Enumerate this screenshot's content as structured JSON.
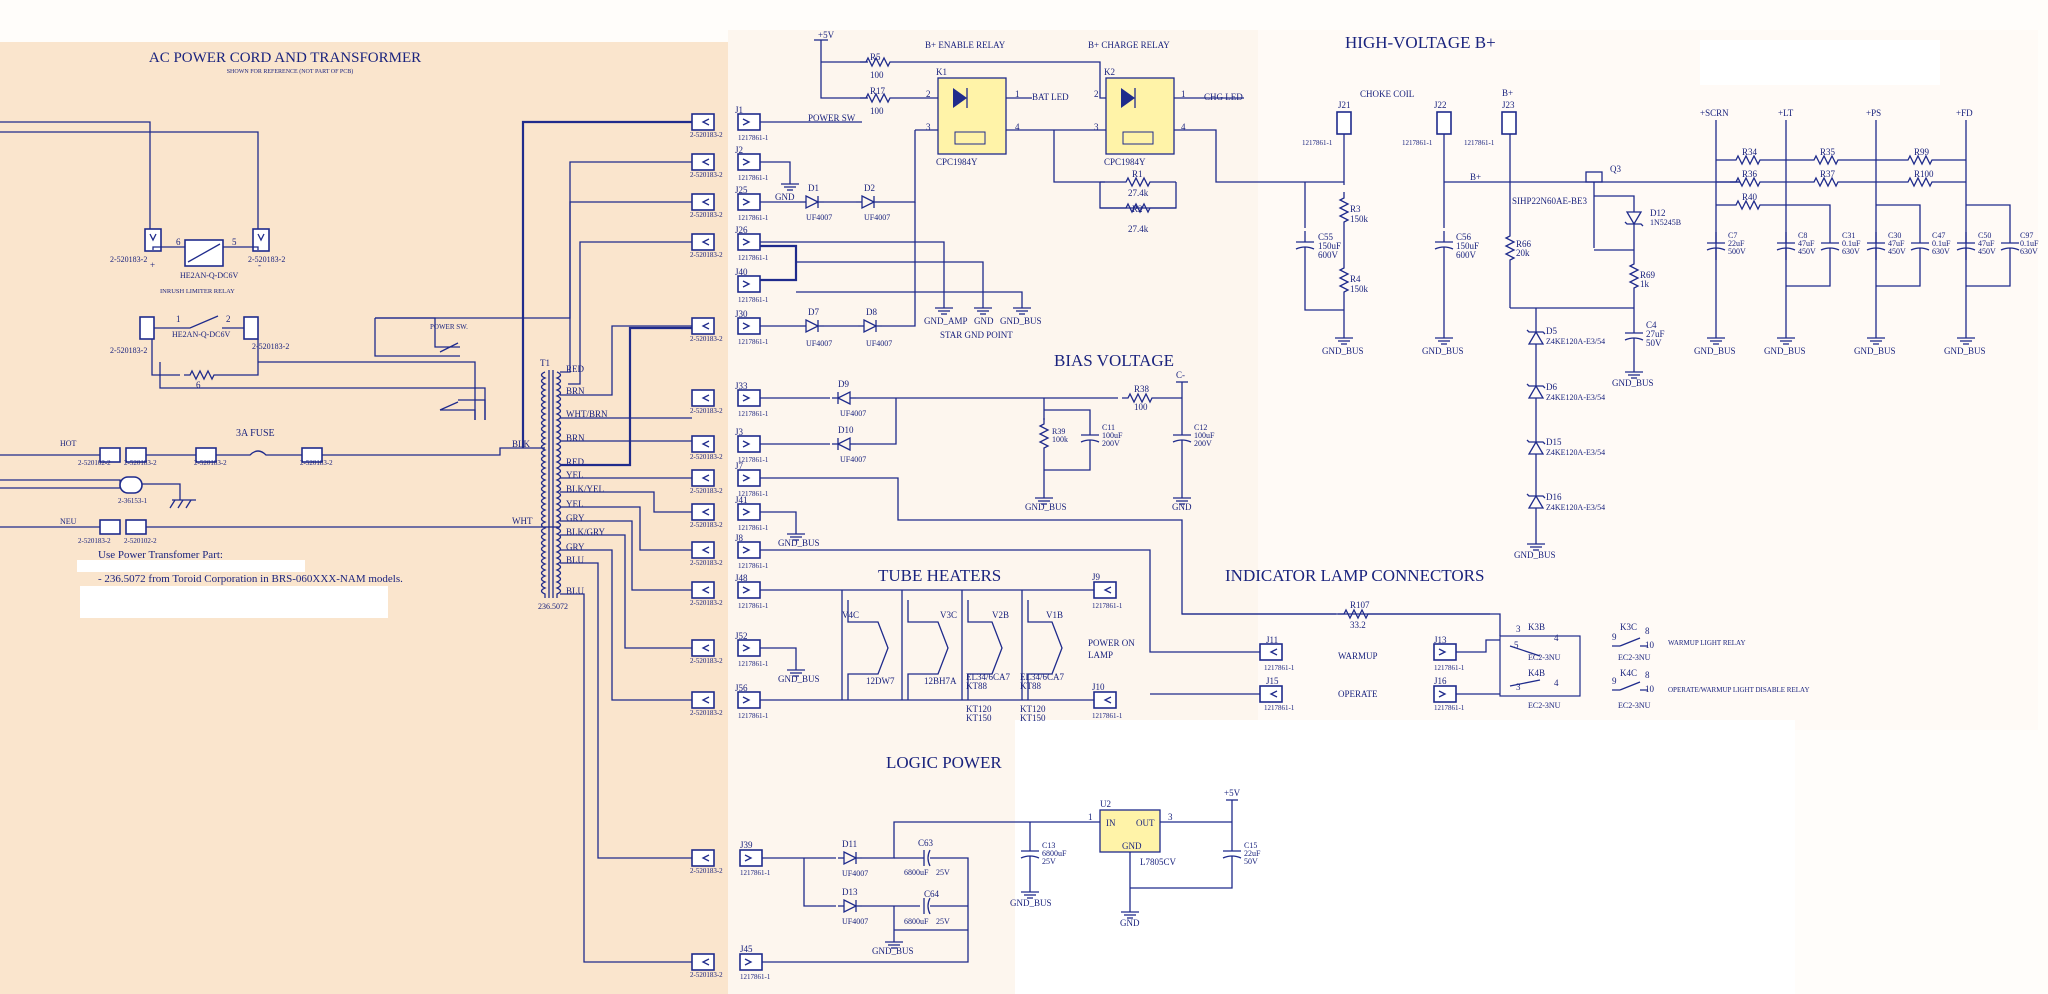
{
  "sections": {
    "ac_title": "AC POWER CORD AND TRANSFORMER",
    "ac_subtitle": "SHOWN FOR REFERENCE (NOT PART OF PCB)",
    "hv": "HIGH-VOLTAGE B+",
    "bias": "BIAS VOLTAGE",
    "heaters": "TUBE HEATERS",
    "lamps": "INDICATOR LAMP CONNECTORS",
    "logic": "LOGIC POWER"
  },
  "notes": {
    "line1": "Use Power Transfomer Part:",
    "line2": "- 236.5072 from Toroid Corporation in BRS-060XXX-NAM models."
  },
  "ac": {
    "relay1": "HE2AN-Q-DC6V",
    "relay2": "HE2AN-Q-DC6V",
    "inrush": "INRUSH LIMITER RELAY",
    "powersw": "POWER SW.",
    "fuse": "3A FUSE",
    "hot": "HOT",
    "neu": "NEU",
    "blk": "BLK",
    "wht": "WHT",
    "t1": "T1",
    "tpart": "236.5072",
    "conn": "2-520183-2",
    "conn2": "2-520102-2",
    "ground_conn": "2-36153-1",
    "pin_plus": "+",
    "pin_minus": "-",
    "pin6": "6",
    "pin5": "5",
    "pin1": "1",
    "pin2": "2"
  },
  "wires": [
    "RED",
    "BRN",
    "WHT/BRN",
    "BRN",
    "RED",
    "YEL",
    "BLK/YEL",
    "YEL",
    "GRY",
    "BLK/GRY",
    "GRY",
    "BLU",
    "BLU"
  ],
  "connectors": {
    "j1": "J1",
    "j2": "J2",
    "j25": "J25",
    "j26": "J26",
    "j40": "J40",
    "j30": "J30",
    "j33": "J33",
    "j3": "J3",
    "j7": "J7",
    "j41": "J41",
    "j8": "J8",
    "j48": "J48",
    "j52": "J52",
    "j56": "J56",
    "j39": "J39",
    "j45": "J45",
    "j9": "J9",
    "j10": "J10",
    "j11": "J11",
    "j15": "J15",
    "j13": "J13",
    "j16": "J16",
    "j21": "J21",
    "j22": "J22",
    "j23": "J23",
    "part": "1217861-1"
  },
  "relays": {
    "en_title": "B+ ENABLE RELAY",
    "ch_title": "B+ CHARGE RELAY",
    "k1": "K1",
    "k2": "K2",
    "k1p": "CPC1984Y",
    "k2p": "CPC1984Y",
    "bat": "BAT LED",
    "chg": "CHG LED",
    "r5": "R5",
    "r5v": "100",
    "r17": "R17",
    "r17v": "100",
    "r1": "R1",
    "r1v": "27.4k",
    "r2": "R2",
    "r2v": "27.4k"
  },
  "diodes": {
    "d1": "D1",
    "d2": "D2",
    "d7": "D7",
    "d8": "D8",
    "d9": "D9",
    "d10": "D10",
    "d11": "D11",
    "d13": "D13",
    "part": "UF4007"
  },
  "power_sw": "POWER SW",
  "gnd": {
    "gnd": "GND",
    "gnd_amp": "GND_AMP",
    "gnd_bus": "GND_BUS",
    "star": "STAR GND POINT",
    "v5": "+5V"
  },
  "hvb": {
    "choke": "CHOKE COIL",
    "bplus": "B+",
    "r3": "R3",
    "r3v": "150k",
    "r4": "R4",
    "r4v": "150k",
    "c55": "C55",
    "c55v": "150uF",
    "c55r": "600V",
    "c56": "C56",
    "c56v": "150uF",
    "c56r": "600V",
    "r66": "R66",
    "r66v": "20k",
    "q3": "Q3",
    "q3p": "SIHP22N60AE-BE3",
    "d12": "D12",
    "d12p": "1N5245B",
    "r69": "R69",
    "r69v": "1k",
    "c4": "C4",
    "c4v": "27uF",
    "c4r": "50V",
    "d5": "D5",
    "d6": "D6",
    "d15": "D15",
    "d16": "D16",
    "zener": "Z4KE120A-E3/54"
  },
  "rails": {
    "scrn": "+SCRN",
    "lt": "+LT",
    "ps": "+PS",
    "fd": "+FD",
    "r34": "R34",
    "r35": "R35",
    "r36": "R36",
    "r37": "R37",
    "r40": "R40",
    "r99": "R99",
    "r100": "R100",
    "c7": "C7",
    "c7v": "22uF",
    "c7r": "500V",
    "c8": "C8",
    "c8v": "47uF",
    "c8r": "450V",
    "c31": "C31",
    "c31v": "0.1uF",
    "c31r": "630V",
    "c30": "C30",
    "c30v": "47uF",
    "c30r": "450V",
    "c47": "C47",
    "c47v": "0.1uF",
    "c47r": "630V",
    "c50": "C50",
    "c50v": "47uF",
    "c50r": "450V",
    "c97": "C97",
    "c97v": "0.1uF",
    "c97r": "630V"
  },
  "biasv": {
    "r38": "R38",
    "r38v": "100",
    "r39": "R39",
    "r39v": "100k",
    "c11": "C11",
    "c11v": "100uF",
    "c11r": "200V",
    "c12": "C12",
    "c12v": "100uF",
    "c12r": "200V",
    "cminus": "C-"
  },
  "tubes": {
    "v4c": "V4C",
    "v3c": "V3C",
    "v2b": "V2B",
    "v1b": "V1B",
    "t12dw7": "12DW7",
    "t12bh7a": "12BH7A",
    "el34": "EL34/6CA7",
    "kt88": "KT88",
    "kt120": "KT120",
    "kt150": "KT150",
    "power_on": "POWER ON",
    "lamp": "LAMP"
  },
  "indicator": {
    "r107": "R107",
    "r107v": "33.2",
    "warmup": "WARMUP",
    "operate": "OPERATE",
    "k3b": "K3B",
    "k4b": "K4B",
    "k3c": "K3C",
    "k4c": "K4C",
    "ec2": "EC2-3NU",
    "warm_relay": "WARMUP LIGHT RELAY",
    "op_relay": "OPERATE/WARMUP LIGHT DISABLE RELAY",
    "p3": "3",
    "p4": "4",
    "p5": "5",
    "p8": "8",
    "p9": "9",
    "p10": "10"
  },
  "logic": {
    "u2": "U2",
    "u2p": "L7805CV",
    "in": "IN",
    "out": "OUT",
    "gnd": "GND",
    "c63": "C63",
    "c63v": "6800uF",
    "c63r": "25V",
    "c64": "C64",
    "c64v": "6800uF",
    "c64r": "25V",
    "c13": "C13",
    "c13v": "6800uF",
    "c13r": "25V",
    "c15": "C15",
    "c15v": "22uF",
    "c15r": "50V",
    "v5": "+5V",
    "p1": "1",
    "p3": "3"
  }
}
